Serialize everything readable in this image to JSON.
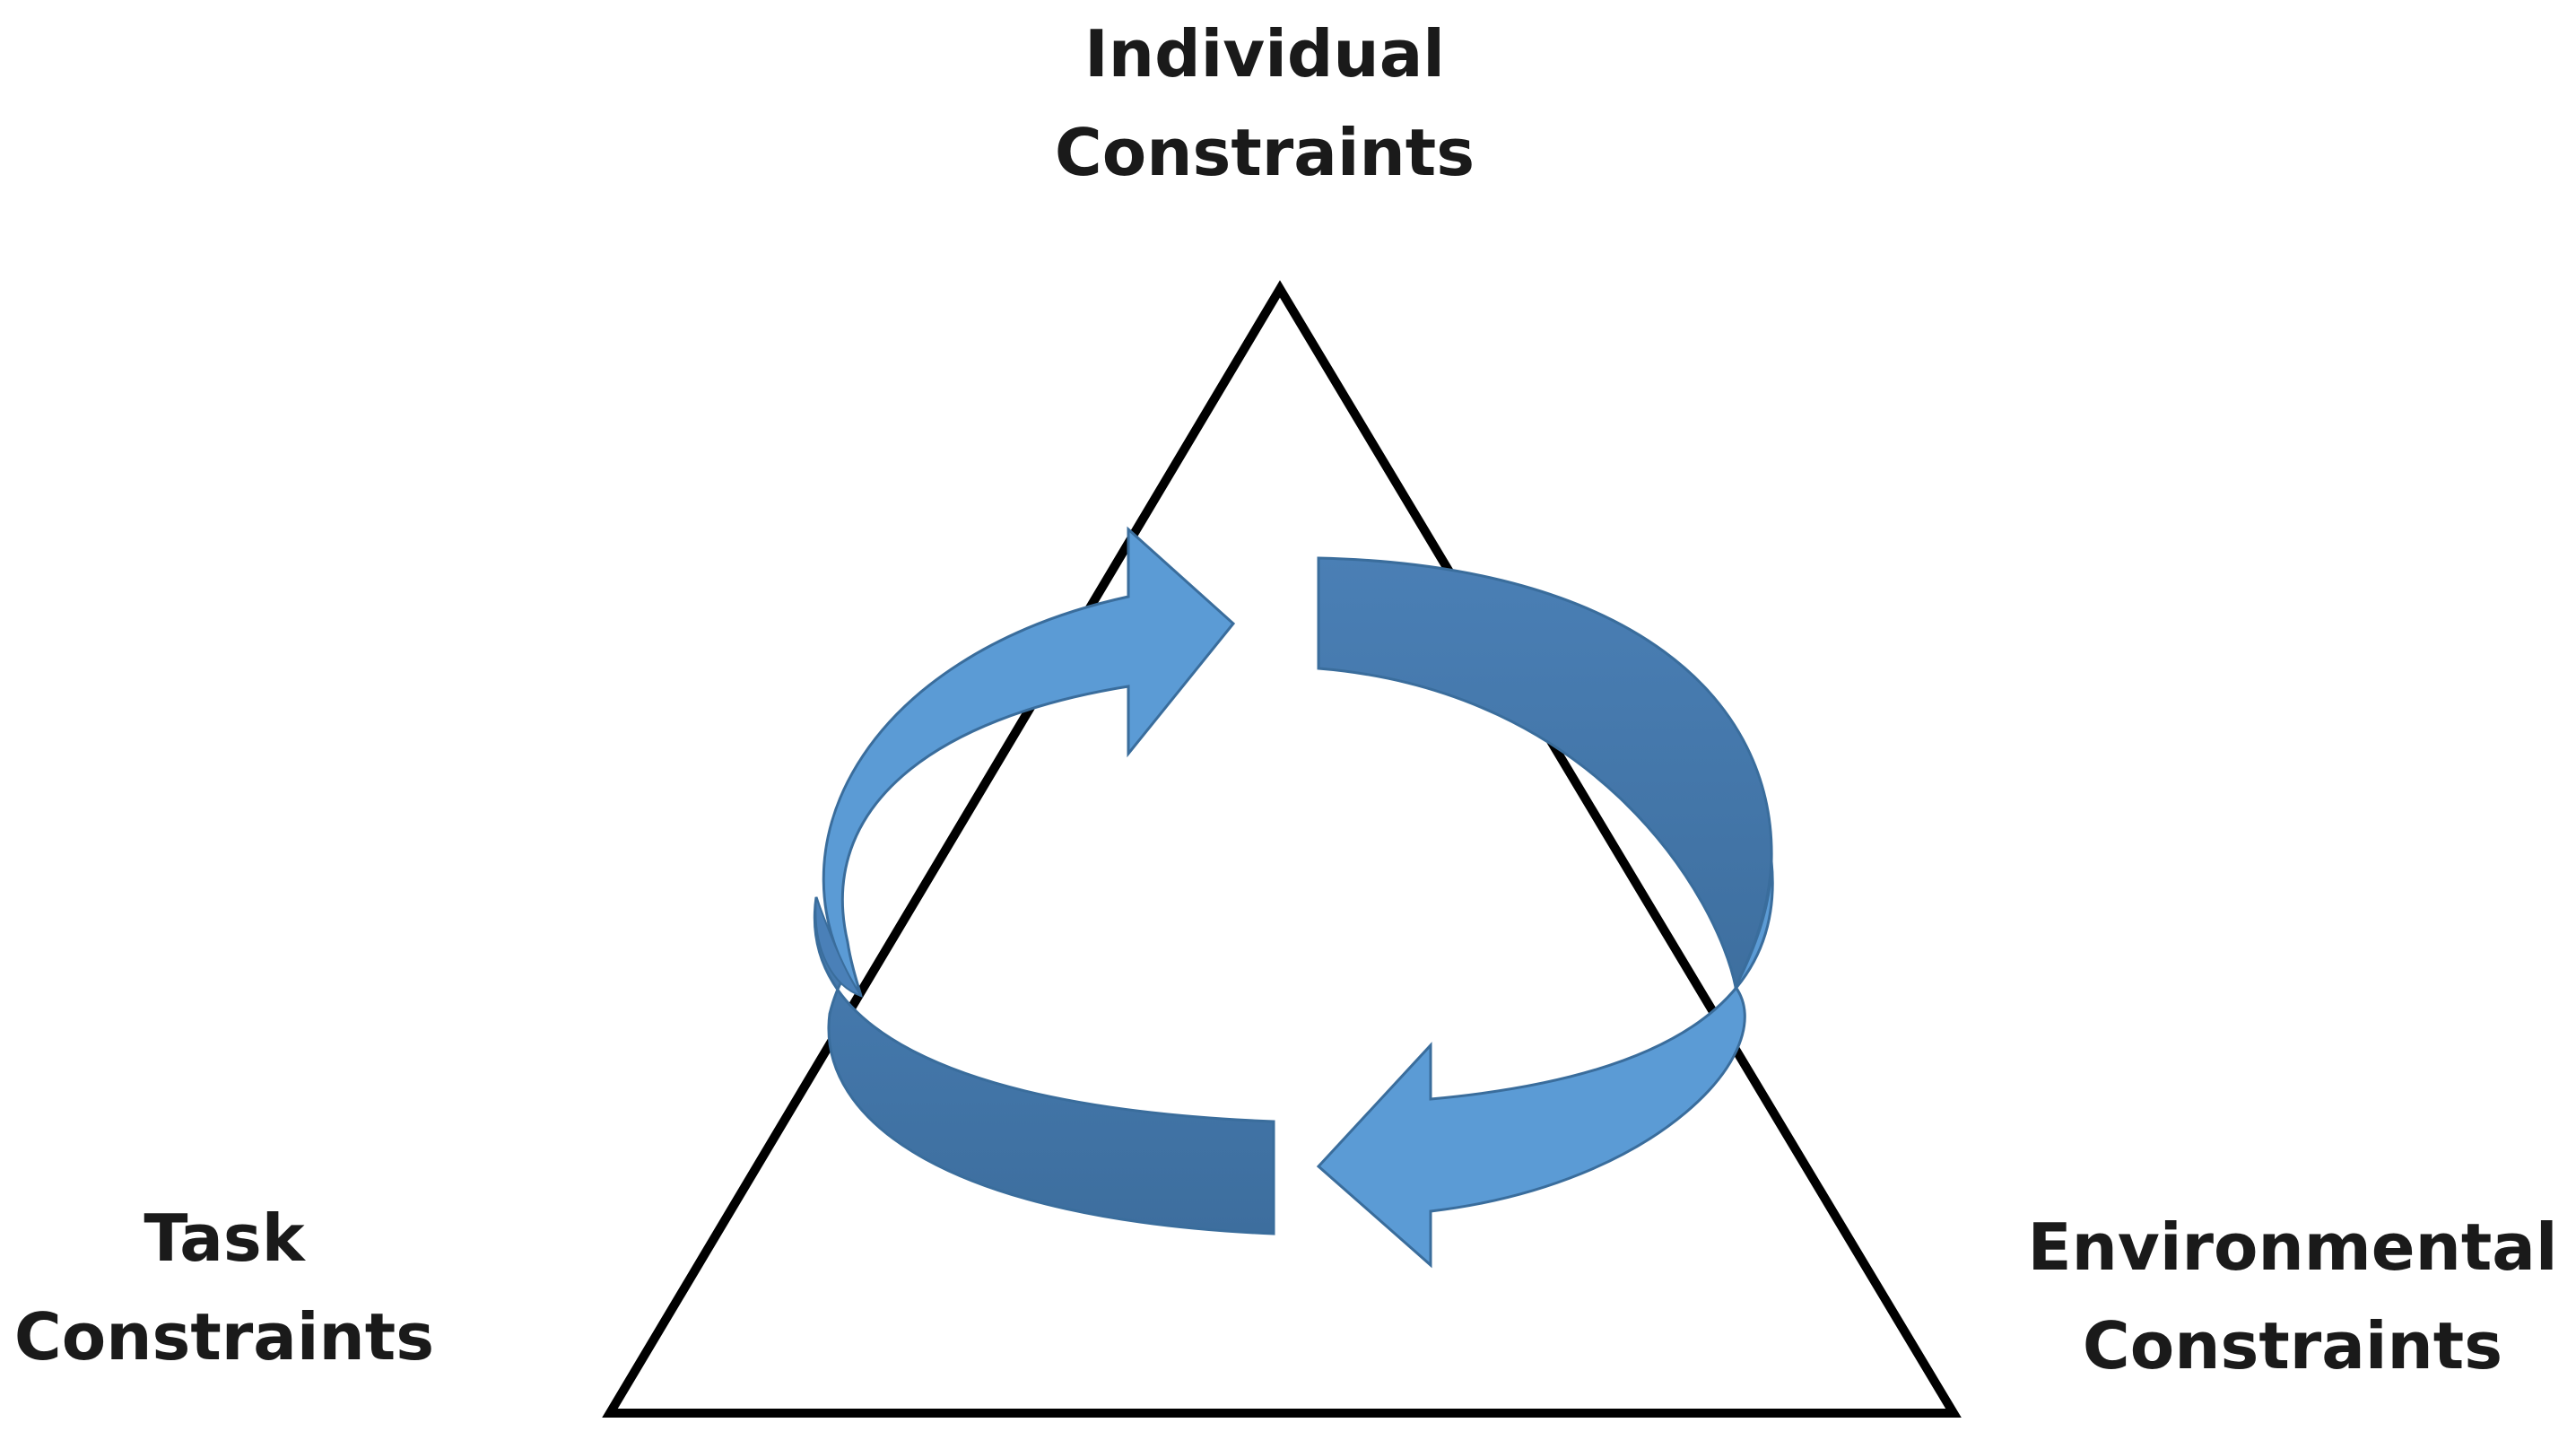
{
  "labels": {
    "individual": {
      "line1": "Individual",
      "line2": "Constraints"
    },
    "task": {
      "line1": "Task",
      "line2": "Constraints"
    },
    "environmental": {
      "line1": "Environmental",
      "line2": "Constraints"
    }
  },
  "colors": {
    "triangle_stroke": "#000000",
    "arrow_light": "#5b9bd5",
    "arrow_dark": "#41719c",
    "arrow_edge": "#3a6d9c",
    "text": "#1a1a1a"
  }
}
